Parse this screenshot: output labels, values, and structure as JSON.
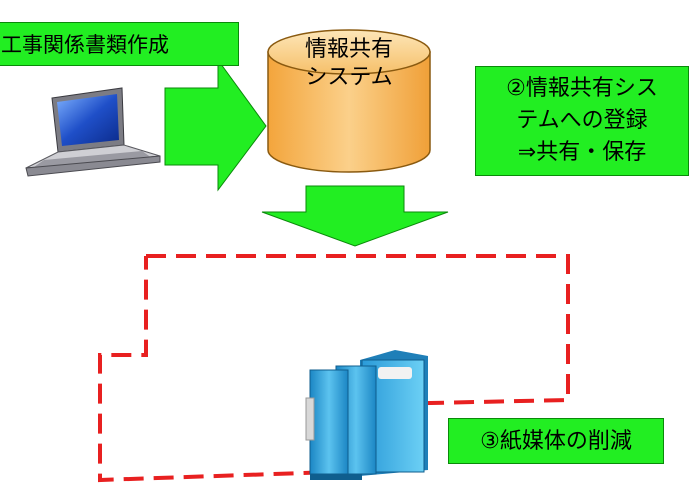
{
  "labels": {
    "create_docs": "工事関係書類作成",
    "db_line1": "情報共有",
    "db_line2": "システム",
    "share_line1": "②情報共有シス",
    "share_line2": "テムへの登録",
    "share_line3": "⇒共有・保存",
    "reduce_paper": "③紙媒体の削減"
  },
  "icons": {
    "laptop": "laptop-icon",
    "database": "database-cylinder-icon",
    "books": "books-icon",
    "right_arrow": "right-arrow-icon",
    "down_arrow": "down-arrow-icon"
  },
  "colors": {
    "label_green": "#22ee22",
    "arrow_green": "#22ee22",
    "database_orange": "#f7b95a",
    "dashed_red": "#e82020",
    "book_blue": "#2f9fd8"
  }
}
